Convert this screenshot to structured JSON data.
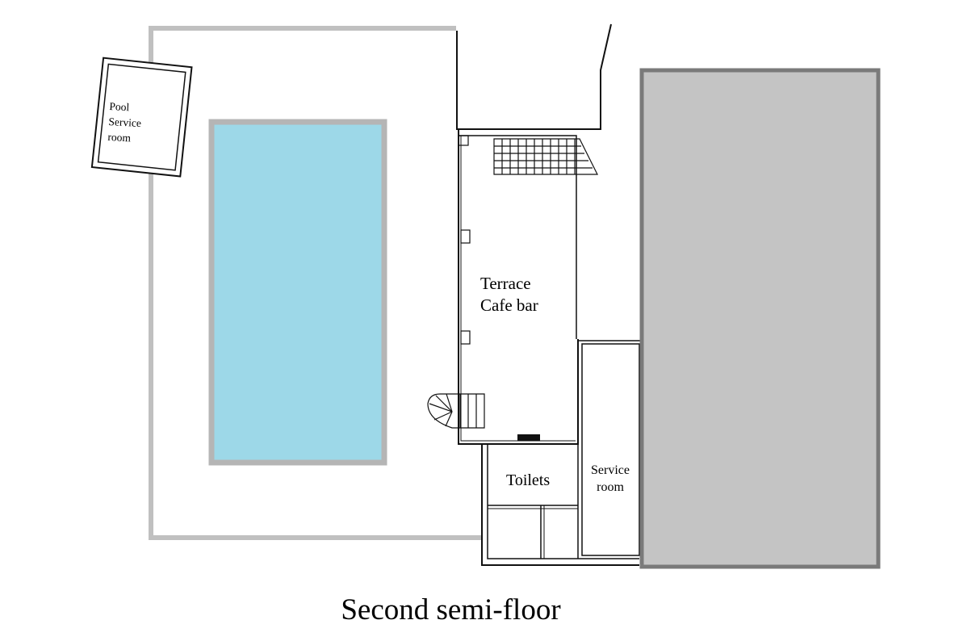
{
  "plan": {
    "caption": "Second semi-floor",
    "rooms": {
      "pool_service": [
        "Pool",
        "Service",
        "room"
      ],
      "terrace_cafe_bar": [
        "Terrace",
        "Cafe bar"
      ],
      "toilets": "Toilets",
      "service_room": [
        "Service",
        "room"
      ]
    },
    "colors": {
      "pool_water": "#9dd8e8",
      "pool_border": "#b5b5b5",
      "outer_deck_border": "#c0c0c0",
      "building_fill": "#c4c4c4",
      "building_border": "#7a7a7a",
      "walls": "#111111"
    }
  }
}
